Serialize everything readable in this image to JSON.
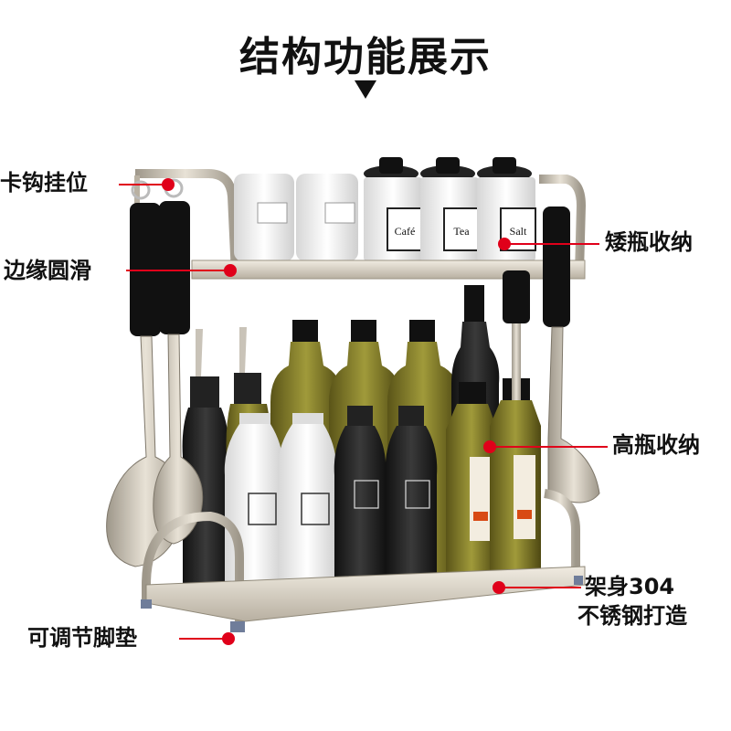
{
  "title": "结构功能展示",
  "callouts": {
    "hook": "卡钩挂位",
    "edge": "边缘圆滑",
    "short_bottles": "矮瓶收纳",
    "tall_bottles": "高瓶收纳",
    "frame_line1": "架身304",
    "frame_line2": "不锈钢打造",
    "feet": "可调节脚垫"
  },
  "jar_labels": [
    "Café",
    "Tea",
    "Salt"
  ],
  "colors": {
    "callout_red": "#e0001a",
    "steel": "#cfc7b8",
    "text": "#111111"
  }
}
